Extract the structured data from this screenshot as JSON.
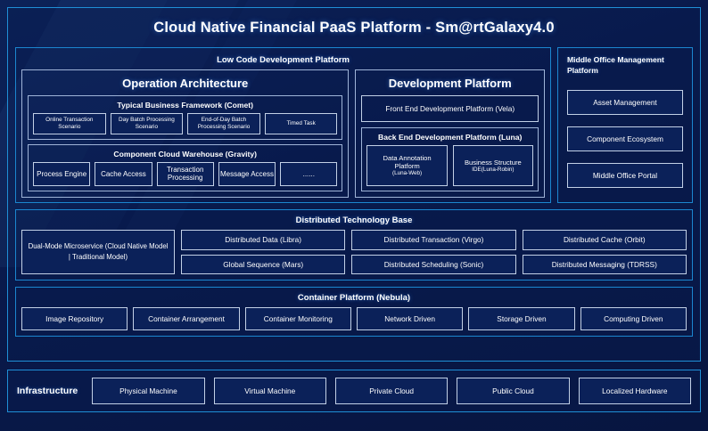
{
  "diagram": {
    "title": "Cloud Native Financial PaaS Platform - Sm@rtGalaxy4.0",
    "colors": {
      "background_dark": "#0a1f52",
      "background_gradient_start": "#0c2258",
      "background_gradient_end": "#071540",
      "accent_cyan": "#1f8fd6",
      "node_border": "#c2d0e6",
      "node_fill": "#0b2159",
      "text": "#ffffff"
    }
  },
  "low_code_platform": {
    "heading": "Low Code Development Platform",
    "operation_architecture": {
      "title": "Operation Architecture",
      "typical_business_framework": {
        "title": "Typical Business Framework (Comet)",
        "nodes": [
          "Online Transaction Scenario",
          "Day Batch Processing Scenario",
          "End-of-Day Batch Processing Scenario",
          "Timed Task"
        ]
      },
      "component_cloud_warehouse": {
        "title": "Component Cloud Warehouse (Gravity)",
        "nodes": [
          "Process Engine",
          "Cache Access",
          "Transaction Processing",
          "Message Access",
          "......"
        ]
      }
    },
    "development_platform": {
      "title": "Development Platform",
      "front_end": "Front End Development Platform (Vela)",
      "back_end": {
        "title": "Back End Development Platform (Luna)",
        "nodes": [
          {
            "label": "Data Annotation Platform",
            "sub": "(Luna-Web)"
          },
          {
            "label": "Business Structure",
            "sub": "IDE(Luna-Robin)"
          }
        ]
      }
    }
  },
  "middle_office": {
    "title": "Middle Office Management Platform",
    "items": [
      "Asset Management",
      "Component Ecosystem",
      "Middle Office Portal"
    ]
  },
  "distributed_technology_base": {
    "heading": "Distributed Technology Base",
    "dual_mode": "Dual-Mode Microservice (Cloud Native Model | Traditional Model)",
    "columns": [
      [
        "Distributed Data (Libra)",
        "Global Sequence (Mars)"
      ],
      [
        "Distributed Transaction (Virgo)",
        "Distributed Scheduling (Sonic)"
      ],
      [
        "Distributed Cache (Orbit)",
        "Distributed Messaging (TDRSS)"
      ]
    ]
  },
  "container_platform": {
    "heading": "Container Platform (Nebula)",
    "items": [
      "Image Repository",
      "Container Arrangement",
      "Container Monitoring",
      "Network Driven",
      "Storage Driven",
      "Computing Driven"
    ]
  },
  "infrastructure": {
    "label": "Infrastructure",
    "items": [
      "Physical Machine",
      "Virtual Machine",
      "Private Cloud",
      "Public Cloud",
      "Localized Hardware"
    ]
  }
}
